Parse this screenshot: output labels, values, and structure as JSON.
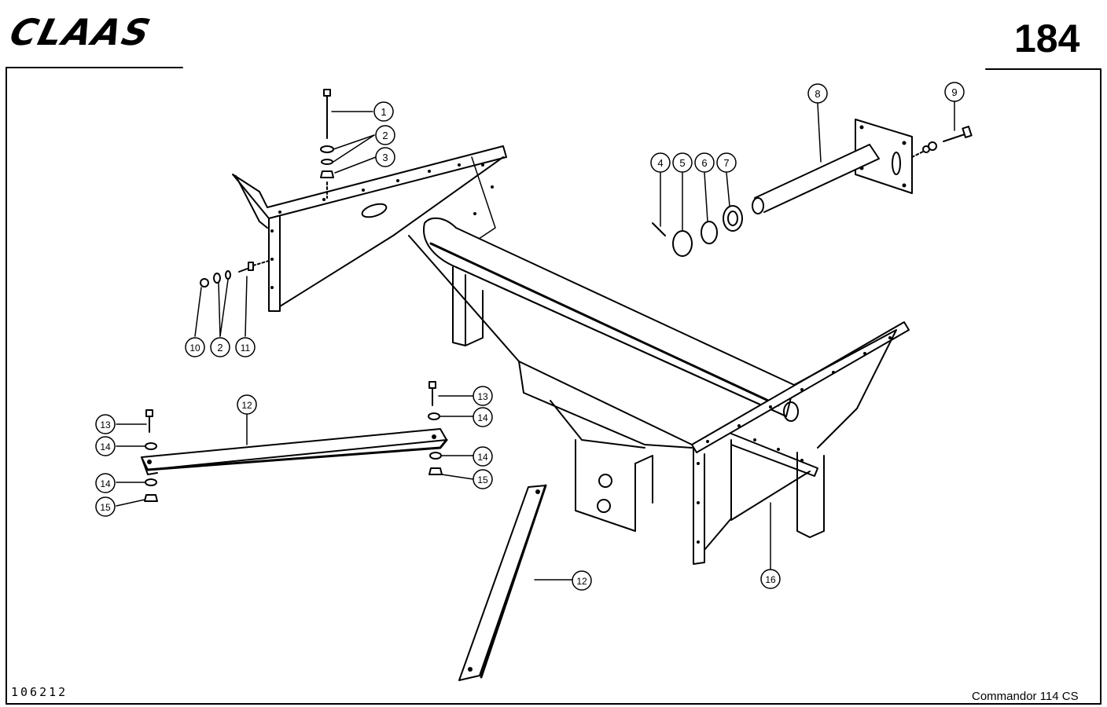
{
  "header": {
    "logo_text": "CLAAS",
    "page_number": "184"
  },
  "footer": {
    "doc_id": "106212",
    "model": "Commandor 114 CS"
  },
  "callouts": [
    "1",
    "2",
    "3",
    "4",
    "5",
    "6",
    "7",
    "8",
    "9",
    "10",
    "2",
    "11",
    "12",
    "13",
    "14",
    "13",
    "14",
    "14",
    "15",
    "14",
    "15",
    "12",
    "16"
  ]
}
